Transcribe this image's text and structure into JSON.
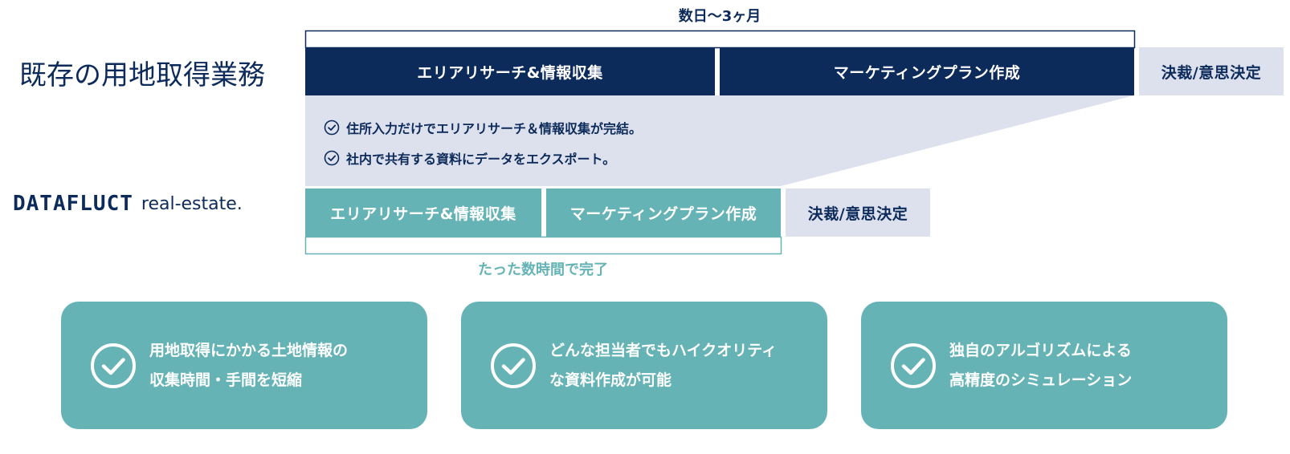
{
  "existing": {
    "label": "既存の用地取得業務",
    "duration": "数日〜3ヶ月",
    "steps": [
      "エリアリサーチ&情報収集",
      "マーケティングプラン作成",
      "決裁/意思決定"
    ]
  },
  "feature_lines": [
    "住所入力だけでエリアリサーチ＆情報収集が完結。",
    "社内で共有する資料にデータをエクスポート。"
  ],
  "dataflucct": {
    "logo_main": "DATAFLUCT",
    "logo_sub": "real-estate.",
    "steps": [
      "エリアリサーチ&情報収集",
      "マーケティングプラン作成",
      "決裁/意思決定"
    ],
    "duration": "たった数時間で完了"
  },
  "cards": [
    {
      "line1": "用地取得にかかる土地情報の",
      "line2": "収集時間・手間を短縮"
    },
    {
      "line1": "どんな担当者でもハイクオリティ",
      "line2": "な資料作成が可能"
    },
    {
      "line1": "独自のアルゴリズムによる",
      "line2": "高精度のシミュレーション"
    }
  ],
  "colors": {
    "navy": "#0d2b5a",
    "teal": "#66b3b6",
    "pale": "#dde1ee"
  }
}
